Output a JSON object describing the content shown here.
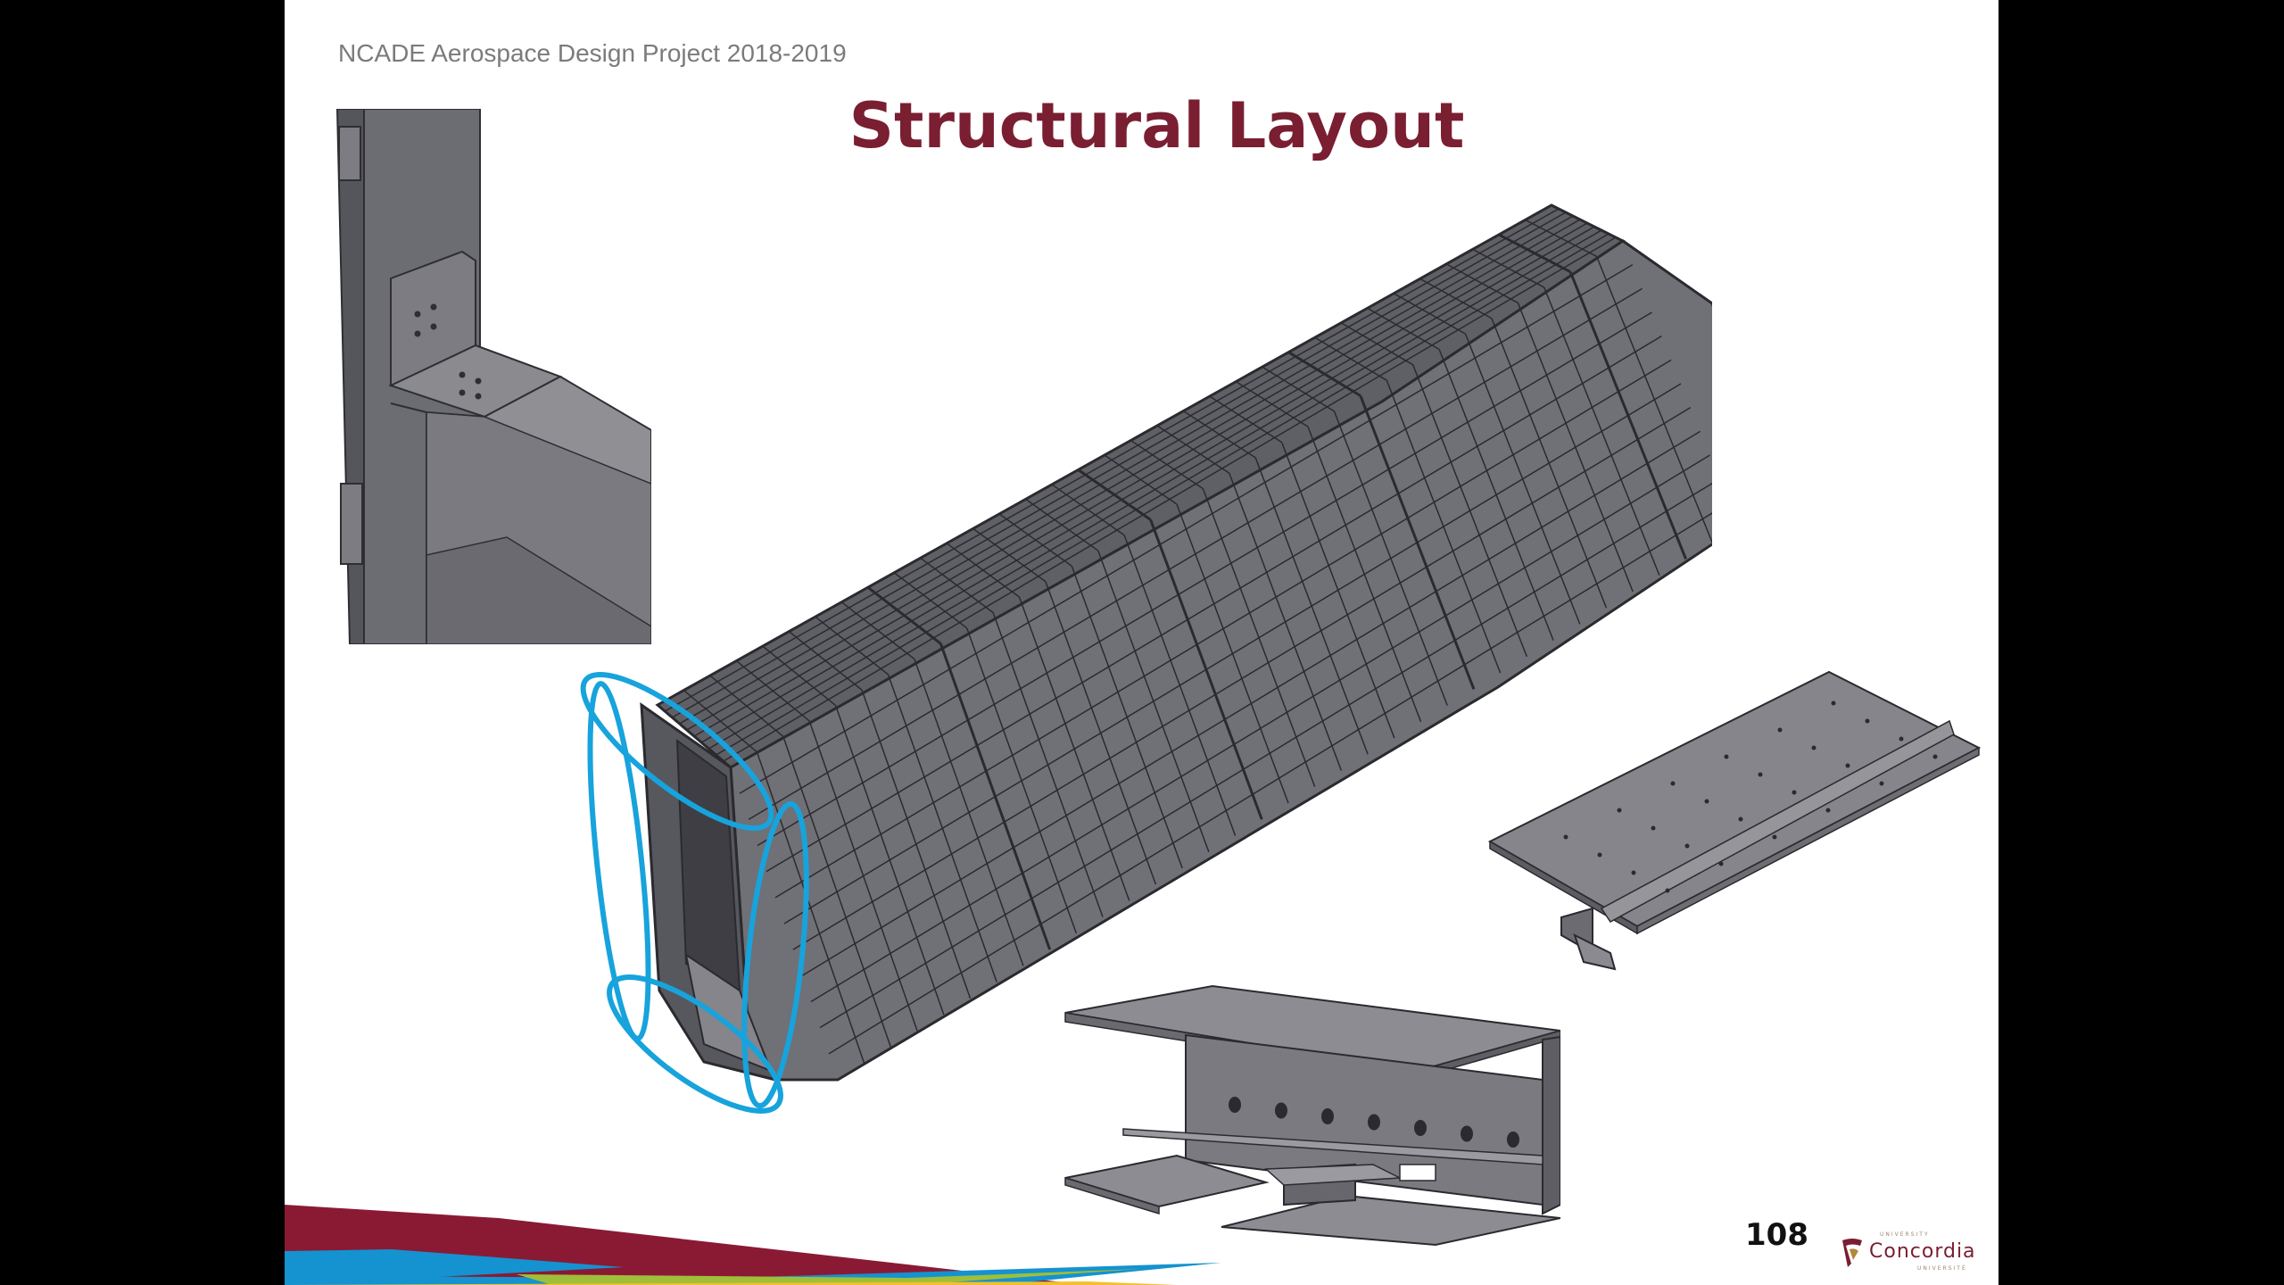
{
  "slide": {
    "header_note": "NCADE Aerospace Design Project 2018-2019",
    "title": "Structural Layout",
    "page_number": "108"
  },
  "logo": {
    "word": "Concordia",
    "top_small": "UNIVERSITY",
    "bottom_small": "UNIVERSITÉ"
  },
  "colors": {
    "title": "#7a1e32",
    "header_note": "#7b7b7b",
    "highlight_ellipses": "#17a3dc",
    "cad_gray": "#6e6e74",
    "cad_dark": "#4f4f56",
    "stripe_maroon": "#8a1a34",
    "stripe_blue": "#1592d0",
    "stripe_green": "#9fbf3a"
  },
  "figures": [
    {
      "icon": "cad-spar-joint-detail-image"
    },
    {
      "icon": "cad-wingbox-isometric-image"
    },
    {
      "icon": "cad-plate-with-stringer-image"
    },
    {
      "icon": "cad-channel-rib-section-image"
    }
  ]
}
